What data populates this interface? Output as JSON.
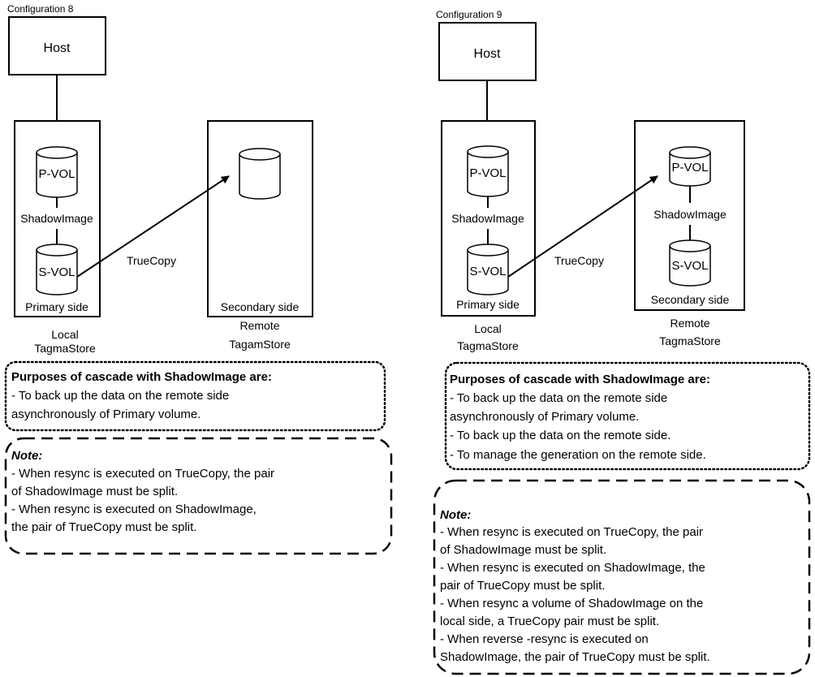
{
  "config8": {
    "title": "Configuration 8",
    "host": "Host",
    "pvol": "P-VOL",
    "svol": "S-VOL",
    "shadowimage": "ShadowImage",
    "primary_side": "Primary side",
    "secondary_side": "Secondary side",
    "truecopy": "TrueCopy",
    "local_line1": "Local",
    "local_line2": "TagmaStore",
    "remote_line1": "Remote",
    "remote_line2": "TagamStore",
    "purposes_title": "Purposes of cascade with ShadowImage are:",
    "purposes": [
      "- To back up the data on the remote side",
      "asynchronously of Primary volume."
    ],
    "note_title": "Note:",
    "notes": [
      "- When resync is executed on TrueCopy, the pair",
      "of ShadowImage must be split.",
      "- When resync is executed on ShadowImage,",
      "the pair of TrueCopy must be split."
    ]
  },
  "config9": {
    "title": "Configuration 9",
    "host": "Host",
    "pvol": "P-VOL",
    "svol": "S-VOL",
    "shadowimage": "ShadowImage",
    "remote_pvol": "P-VOL",
    "remote_svol": "S-VOL",
    "remote_shadowimage": "ShadowImage",
    "primary_side": "Primary side",
    "secondary_side": "Secondary side",
    "truecopy": "TrueCopy",
    "local_line1": "Local",
    "local_line2": "TagmaStore",
    "remote_line1": "Remote",
    "remote_line2": "TagmaStore",
    "purposes_title": "Purposes of cascade with ShadowImage are:",
    "purposes": [
      "- To back up the data on the remote side",
      "asynchronously of Primary volume.",
      "- To back up the data on the remote side.",
      "- To manage the generation on the remote side."
    ],
    "note_title": "Note:",
    "notes": [
      "- When resync is executed on TrueCopy, the pair",
      "of ShadowImage must be split.",
      "- When resync is executed on ShadowImage, the",
      "pair of TrueCopy must be split.",
      "- When resync a volume of ShadowImage on the",
      "local side, a TrueCopy pair must be split.",
      "- When reverse -resync is executed on",
      "ShadowImage, the pair of TrueCopy must be split."
    ]
  }
}
